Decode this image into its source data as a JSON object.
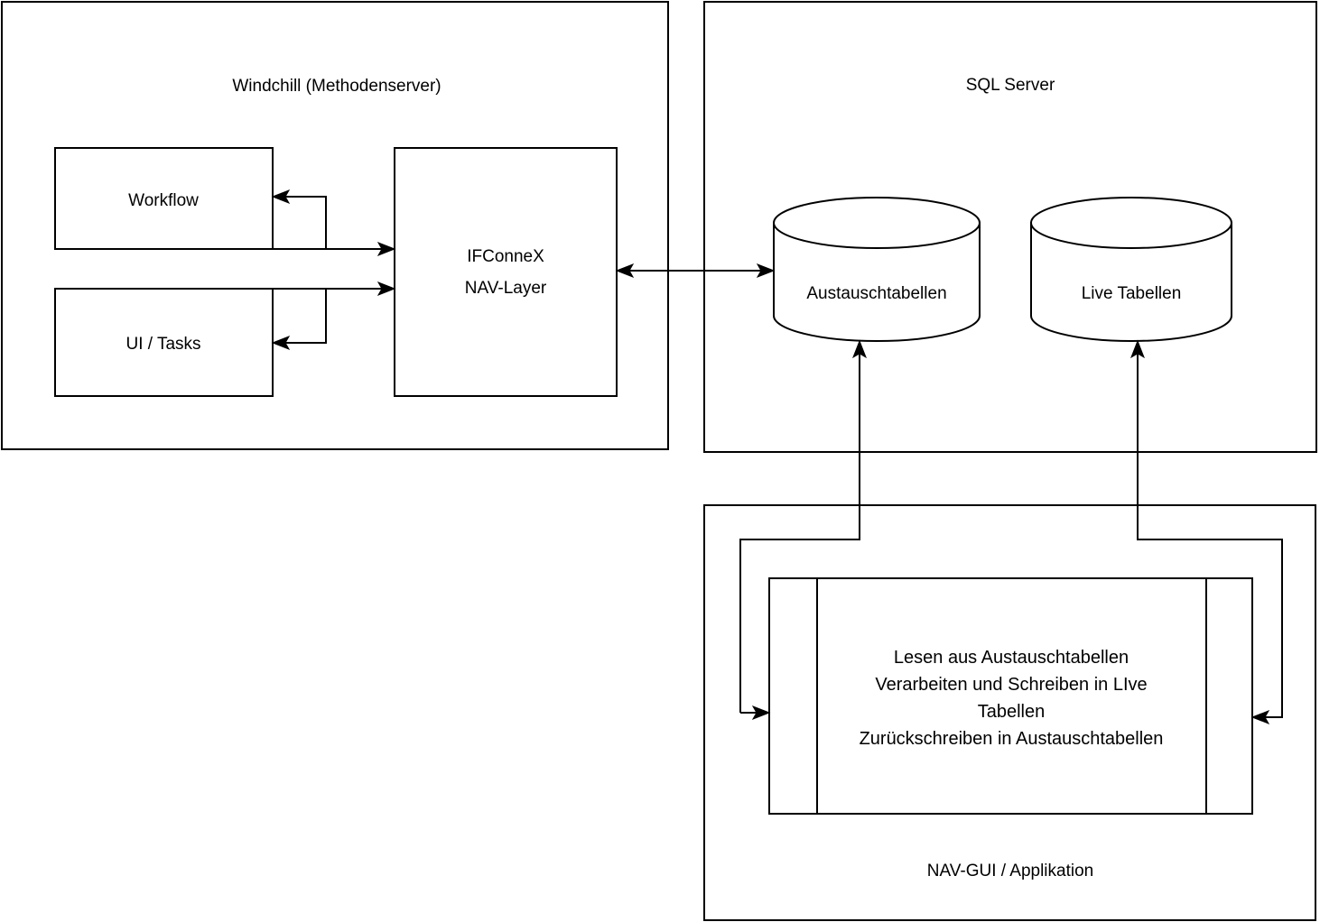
{
  "diagram": {
    "title_hint": "",
    "background_color": "#ffffff",
    "line_color": "#000000",
    "panels": [
      {
        "id": "windchill",
        "label": "Windchill (Methodenserver)",
        "label_position": "top-center"
      },
      {
        "id": "sqlserver",
        "label": "SQL Server",
        "label_position": "top-center"
      },
      {
        "id": "navgui",
        "label": "NAV-GUI / Applikation",
        "label_position": "bottom-center"
      }
    ],
    "nodes": {
      "workflow": {
        "label": "Workflow",
        "shape": "rectangle"
      },
      "ui_tasks": {
        "label": "UI / Tasks",
        "shape": "rectangle"
      },
      "ifconnex": {
        "label_line1": "IFConneX",
        "label_line2": "NAV-Layer",
        "shape": "rectangle"
      },
      "austauschtabellen": {
        "label": "Austauschtabellen",
        "shape": "cylinder"
      },
      "live_tabellen": {
        "label": "Live Tabellen",
        "shape": "cylinder"
      },
      "process": {
        "shape": "predefined-process",
        "label_line1": "Lesen aus Austauschtabellen",
        "label_line2": "Verarbeiten und Schreiben in LIve",
        "label_line3": "Tabellen",
        "label_line4": "Zurückschreiben in Austauschtabellen"
      }
    },
    "connectors": [
      {
        "id": "ifconnex-to-workflow",
        "from": "ifconnex",
        "to": "workflow",
        "direction": "one-way"
      },
      {
        "id": "workflow-to-ifconnex",
        "from": "workflow",
        "to": "ifconnex",
        "direction": "one-way"
      },
      {
        "id": "ui-tasks-to-ifconnex",
        "from": "ui_tasks",
        "to": "ifconnex",
        "direction": "one-way"
      },
      {
        "id": "ifconnex-to-ui-tasks",
        "from": "ifconnex",
        "to": "ui_tasks",
        "direction": "one-way"
      },
      {
        "id": "ifconnex-austauschtabellen",
        "from": "ifconnex",
        "to": "austauschtabellen",
        "direction": "bidirectional"
      },
      {
        "id": "process-to-austauschtabellen",
        "from": "process",
        "to": "austauschtabellen",
        "direction": "one-way"
      },
      {
        "id": "live-tabellen-to-process",
        "from": "live_tabellen",
        "to": "process",
        "direction": "one-way"
      }
    ]
  }
}
